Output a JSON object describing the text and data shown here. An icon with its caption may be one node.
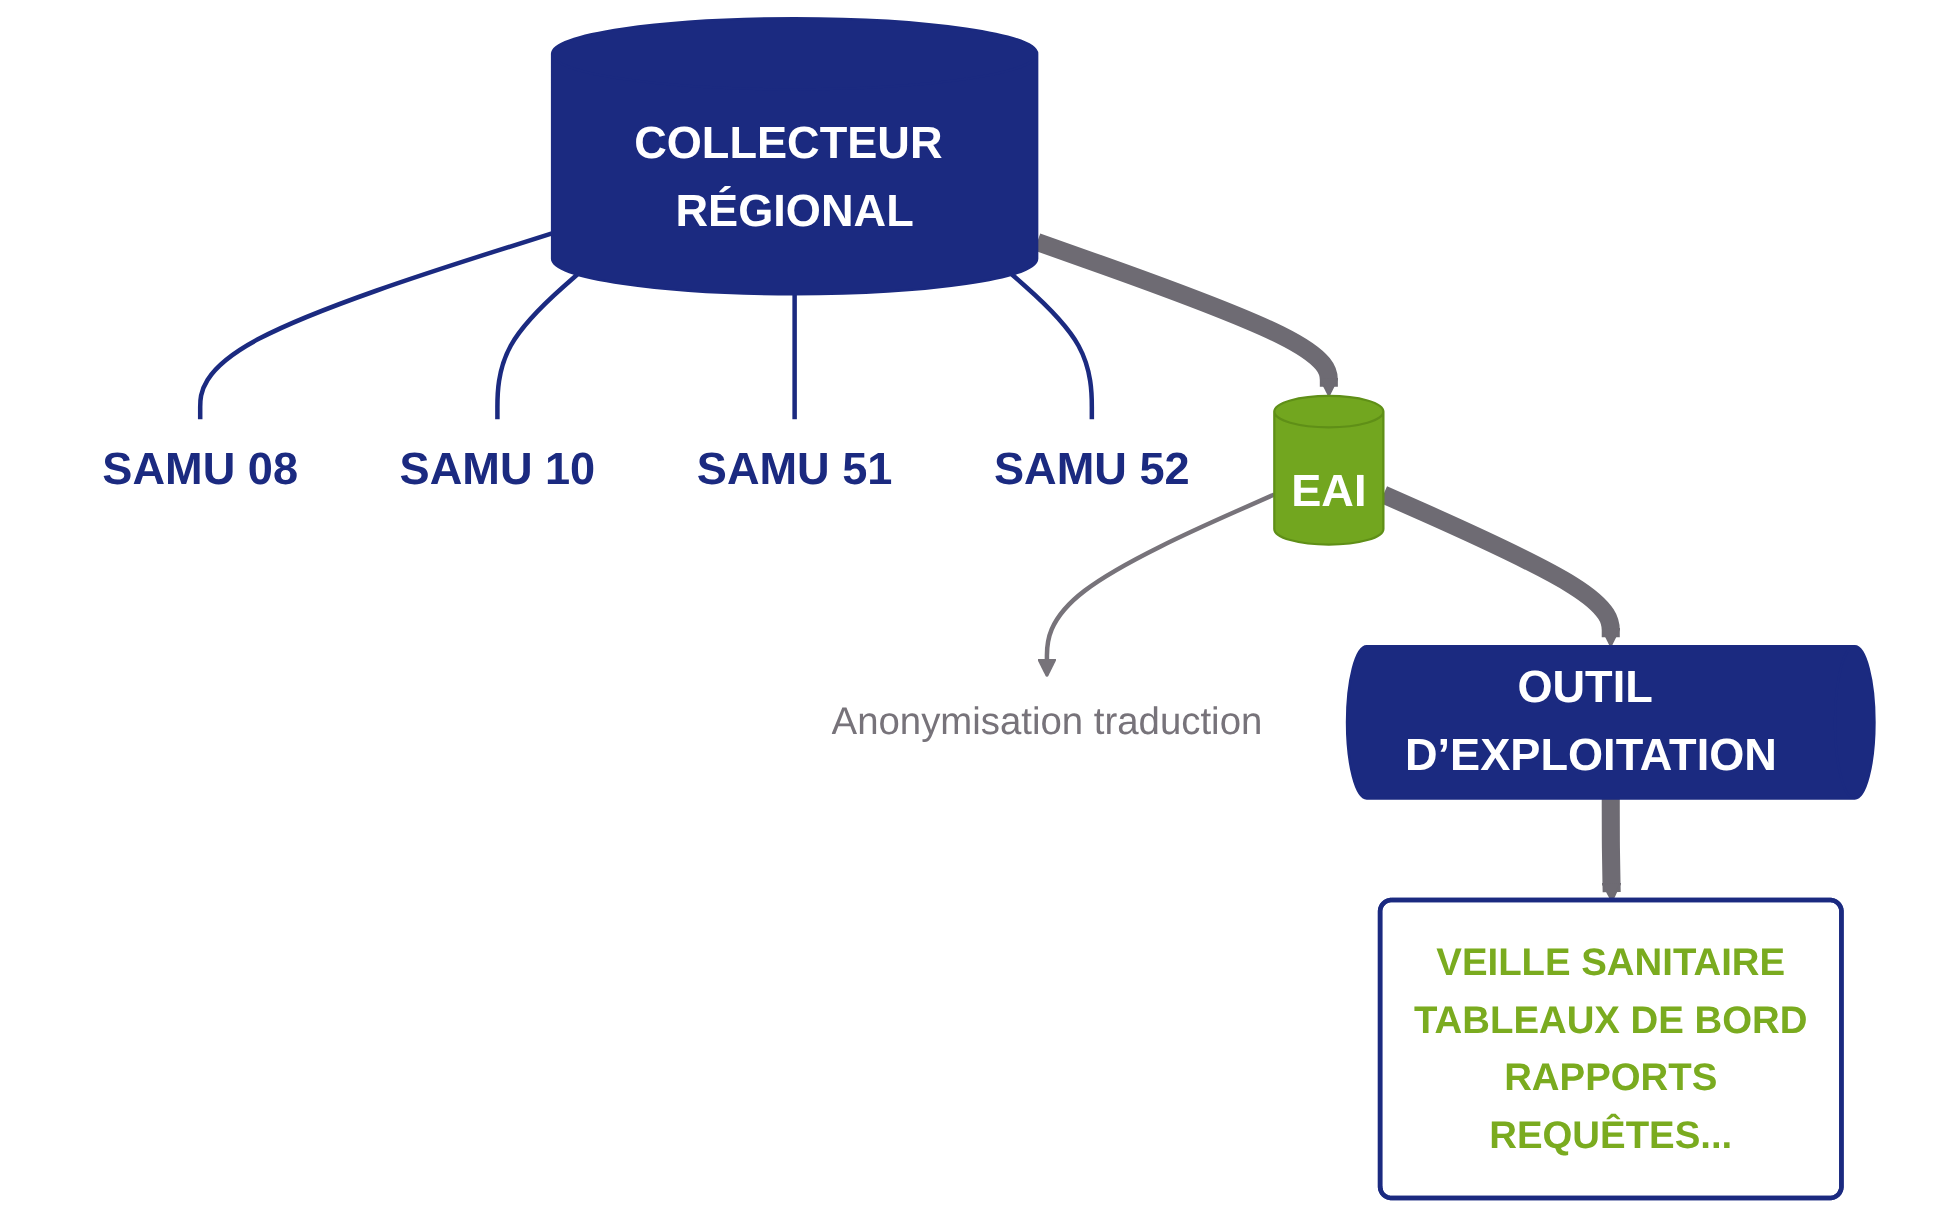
{
  "diagram": {
    "nodes": [
      {
        "text": [
          "COLLECTEUR RÉGIONAL"
        ]
      },
      {
        "text": [
          "SAMU 08"
        ]
      },
      {
        "text": [
          "SAMU 10"
        ]
      },
      {
        "text": [
          "SAMU 51"
        ]
      },
      {
        "text": [
          "SAMU 52"
        ]
      },
      {
        "text": [
          "EAI"
        ]
      },
      {
        "text": [
          "Anonymisation traduction"
        ]
      },
      {
        "text": [
          "OUTIL D’EXPLOITATION"
        ]
      },
      {
        "text": [
          "VEILLE SANITAIRE",
          "TABLEAUX DE BORD",
          "RAPPORTS",
          "REQUÊTES..."
        ]
      }
    ],
    "edges": [
      {
        "from": 0,
        "to": 1,
        "arrow": "none"
      },
      {
        "from": 0,
        "to": 2,
        "arrow": "none"
      },
      {
        "from": 0,
        "to": 3,
        "arrow": "none"
      },
      {
        "from": 0,
        "to": 4,
        "arrow": "none"
      },
      {
        "from": 0,
        "to": 5,
        "arrow": "to",
        "style": "thick",
        "color": "#6e6b73"
      },
      {
        "from": 5,
        "to": 6,
        "arrow": "to",
        "color": "#77737a"
      },
      {
        "from": 5,
        "to": 7,
        "arrow": "to",
        "style": "thick",
        "color": "#6e6b73"
      },
      {
        "from": 7,
        "to": 8,
        "arrow": "to",
        "style": "thick",
        "color": "#6e6b73"
      }
    ]
  }
}
